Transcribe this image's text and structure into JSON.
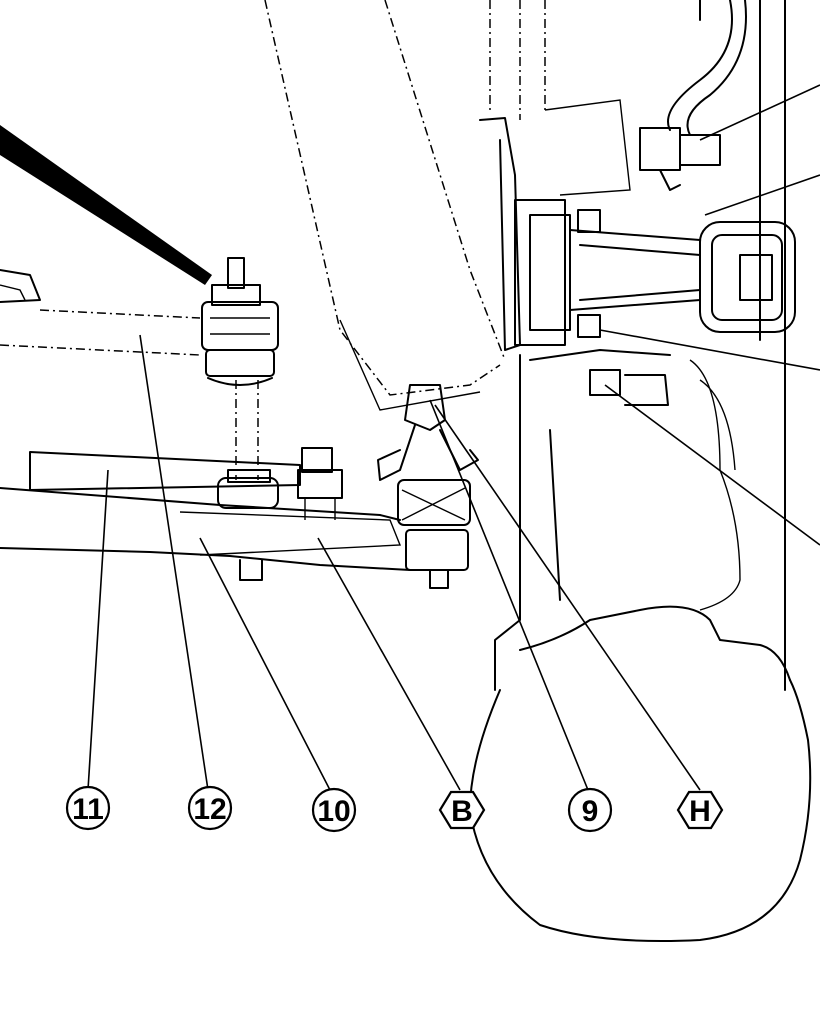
{
  "callouts": [
    {
      "id": "11",
      "label": "11",
      "shape": "circle"
    },
    {
      "id": "12",
      "label": "12",
      "shape": "circle"
    },
    {
      "id": "10",
      "label": "10",
      "shape": "circle"
    },
    {
      "id": "B",
      "label": "B",
      "shape": "hexagon"
    },
    {
      "id": "9",
      "label": "9",
      "shape": "circle"
    },
    {
      "id": "H",
      "label": "H",
      "shape": "hexagon"
    }
  ],
  "colors": {
    "ink": "#000000",
    "paper": "#ffffff"
  }
}
